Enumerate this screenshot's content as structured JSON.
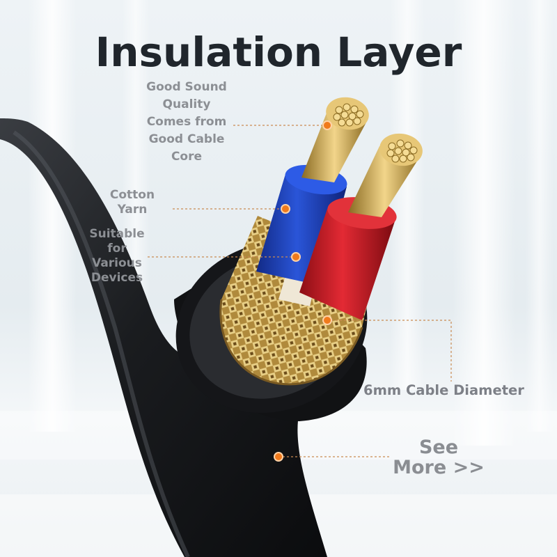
{
  "title": "Insulation Layer",
  "annotations": {
    "core_lines": [
      "Good Sound",
      "Quality",
      "Comes from",
      "Good Cable",
      "Core"
    ],
    "cotton_lines": [
      "Cotton",
      "Yarn"
    ],
    "devices_lines": [
      "Suitable",
      "for",
      "Various",
      "Devices"
    ],
    "diameter": "6mm Cable Diameter"
  },
  "see_more": {
    "line1": "See",
    "line2": "More >>"
  },
  "colors": {
    "title": "#20262c",
    "label": "#8c8f94",
    "leader": "#c98a52",
    "marker": "#f07a1c",
    "wire_blue": "#1f43c4",
    "wire_red": "#d0202a",
    "copper": "#d8b45a",
    "jacket": "#15171a"
  }
}
